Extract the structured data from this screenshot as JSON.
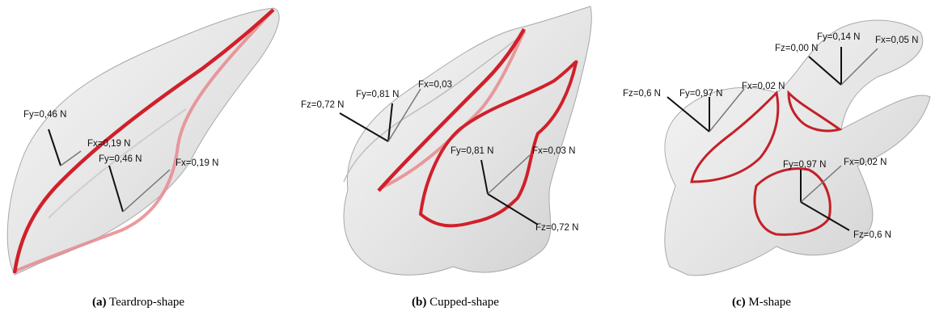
{
  "panels": [
    {
      "caption_letter": "(a)",
      "caption_text": "Teardrop-shape",
      "labels": [
        "Fy=0,46 N",
        "Fx=0,19 N",
        "Fy=0,46 N",
        "Fx=0,19 N"
      ]
    },
    {
      "caption_letter": "(b)",
      "caption_text": "Cupped-shape",
      "labels": [
        "Fz=0,72 N",
        "Fy=0,81 N",
        "Fx=0,03",
        "Fy=0,81 N",
        "Fx=0,03 N",
        "Fz=0,72 N"
      ]
    },
    {
      "caption_letter": "(c)",
      "caption_text": "M-shape",
      "labels": [
        "Fz=0,00 N",
        "Fy=0,14 N",
        "Fx=0,05 N",
        "Fz=0,6 N",
        "Fy=0,97 N",
        "Fx=0,02 N",
        "Fy=0,97 N",
        "Fx=0,02 N",
        "Fz=0,6 N"
      ]
    }
  ],
  "colors": {
    "surface": "#e6e6e6",
    "surface_edge": "#a8a8a8",
    "contour": "#d0202a",
    "contour_back": "#e68a8e",
    "vector_dark": "#111111",
    "vector_light": "#777777"
  }
}
